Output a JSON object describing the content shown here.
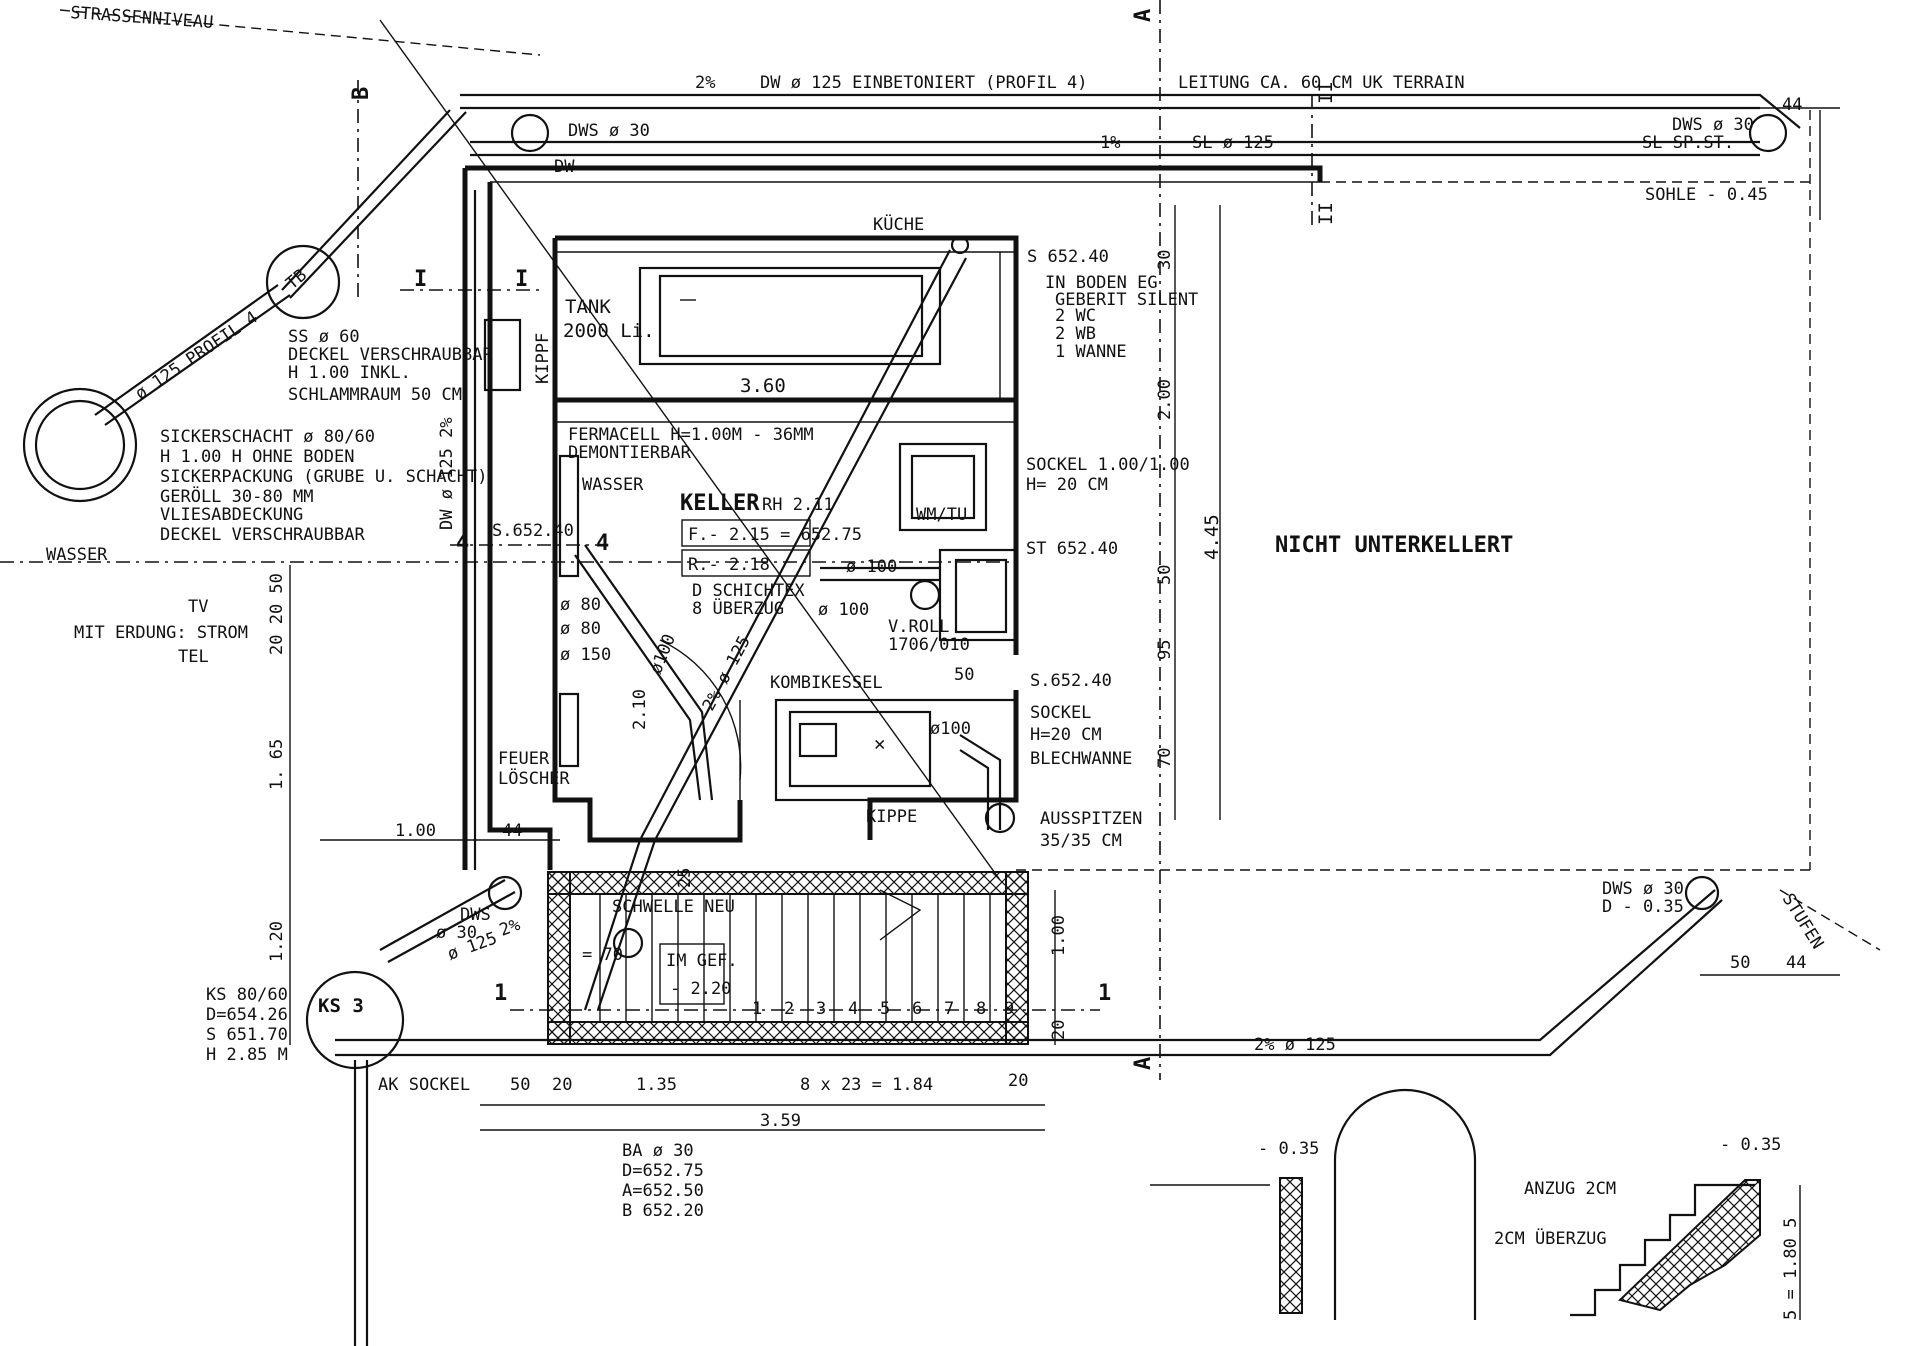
{
  "labels": {
    "strassenniveau": "STRASSENNIVEAU",
    "section_a": "A",
    "section_b": "B",
    "section_I": "I",
    "section_II": "II",
    "section_1": "1",
    "section_4": "4",
    "top_slope": "2%",
    "top_pipe": "DW ø 125  EINBETONIERT (PROFIL 4)",
    "top_line": "LEITUNG CA. 60 CM UK TERRAIN",
    "dws_tl": "DWS ø 30",
    "dw_tl": "DW",
    "sl_slope": "1%",
    "sl_pipe": "SL ø 125",
    "dws_tr": "DWS ø 30",
    "sl_sp": "SL SP.ST.",
    "sohle": "SOHLE - 0.45",
    "dim_44_tr": "44",
    "kueche": "KÜCHE",
    "s65240_a": "S 652.40",
    "in_boden": "IN BODEN EG",
    "geberit": "GEBERIT SILENT",
    "wc": "2 WC",
    "wb": "2 WB",
    "wanne": "1 WANNE",
    "tank": "TANK",
    "tank_vol": "2000 Li.",
    "kippf": "KIPPF",
    "dim_360": "3.60",
    "fermacell": "FERMACELL H=1.00M - 36MM",
    "demontierbar": "DEMONTIERBAR",
    "wasser_in": "WASSER",
    "keller": "KELLER",
    "rh": "RH 2.11",
    "f_level": "F.- 2.15 = 652.75",
    "r_level": "R.- 2.18",
    "schichtex": "D SCHICHTEX",
    "ueberzug": "8 ÜBERZUG",
    "wmtu": "WM/TU",
    "sockel1": "SOCKEL 1.00/1.00",
    "sockel1h": "H= 20 CM",
    "st65240": "ST 652.40",
    "d100a": "ø 100",
    "d100b": "ø 100",
    "vroll": "V.ROLL",
    "vroll_nr": "1706/010",
    "s65240_wall": "S.652.40",
    "d80a": "ø 80",
    "d80b": "ø 80",
    "d150": "ø 150",
    "d100_diag": "ø100",
    "slope_diag": "2%  ø 125",
    "dim_210": "2.10",
    "kombikessel": "KOMBIKESSEL",
    "dim_50_k": "50",
    "s65240_k": "S.652.40",
    "sockel2": "SOCKEL",
    "sockel2h": "H=20 CM",
    "blechwanne": "BLECHWANNE",
    "d100c": "ø100",
    "kippe": "KIPPE",
    "ausspitzen": "AUSSPITZEN",
    "ausspitzen_dim": "35/35 CM",
    "feuer": "FEUER",
    "loescher": "LÖSCHER",
    "nicht_unterkellert": "NICHT UNTERKELLERT",
    "dim_445": "4.45",
    "dim_30": "30",
    "dim_200": "2.00",
    "dim_50r": "50",
    "dim_95": "95",
    "dim_70": "70",
    "tb": "TB",
    "profil": "ø 125  PROFIL 4",
    "ss1": "SS ø 60",
    "ss2": "DECKEL VERSCHRAUBBAR",
    "ss3": "H 1.00  INKL.",
    "ss4": "SCHLAMMRAUM 50 CM",
    "sick1": "SICKERSCHACHT ø 80/60",
    "sick2": "H 1.00 H OHNE BODEN",
    "sick3": "SICKERPACKUNG (GRUBE U. SCHACHT)",
    "sick4": "GERÖLL 30-80 MM",
    "sick5": "VLIESABDECKUNG",
    "sick6": "DECKEL VERSCHRAUBBAR",
    "wasser_out": "WASSER",
    "dw125_vert": "DW ø 125  2%",
    "tv": "TV",
    "strom": "MIT ERDUNG: STROM",
    "tel": "TEL",
    "dim_20_20_50": "20 20 50",
    "dim_165": "1. 65",
    "dim_100_l": "1.00",
    "dim_44_l": "44",
    "dim_120": "1.20",
    "dws_bl": "DWS",
    "d30_bl": "ø 30",
    "d125_bl": "ø 125",
    "slope_bl": "2%",
    "schwelle": "SCHWELLE NEU",
    "dim_70_s": "= 70",
    "dim_25": "25",
    "im_gef": "IM GEF.",
    "im_gef_v": "- 2.20",
    "steps": [
      "1",
      "2",
      "3",
      "4",
      "5",
      "6",
      "7",
      "8",
      "9"
    ],
    "dim_100_st": "1.00",
    "dim_20_st": "20",
    "ks1": "KS 80/60",
    "ks2": "D=654.26",
    "ks3": "S 651.70",
    "ks4": "H 2.85 M",
    "ks3_label": "KS 3",
    "ak_sockel": "AK SOCKEL",
    "dim_b50": "50",
    "dim_b20": "20",
    "dim_b135": "1.35",
    "dim_b823": "8 x 23 = 1.84",
    "dim_b20b": "20",
    "dim_359": "3.59",
    "ba1": "BA ø 30",
    "ba2": "D=652.75",
    "ba3": "A=652.50",
    "ba4": "B 652.20",
    "dws_br": "DWS ø 30",
    "d035": "D - 0.35",
    "stufen": "STUFEN",
    "dim_50_br": "50",
    "dim_44_br": "44",
    "slope_bot": "2%  ø 125",
    "lvl_a": "- 0.35",
    "lvl_b": "- 0.35",
    "anzug": "ANZUG 2CM",
    "ueberzug2": "2CM ÜBERZUG",
    "dim_180": "5 = 1.80 5"
  }
}
